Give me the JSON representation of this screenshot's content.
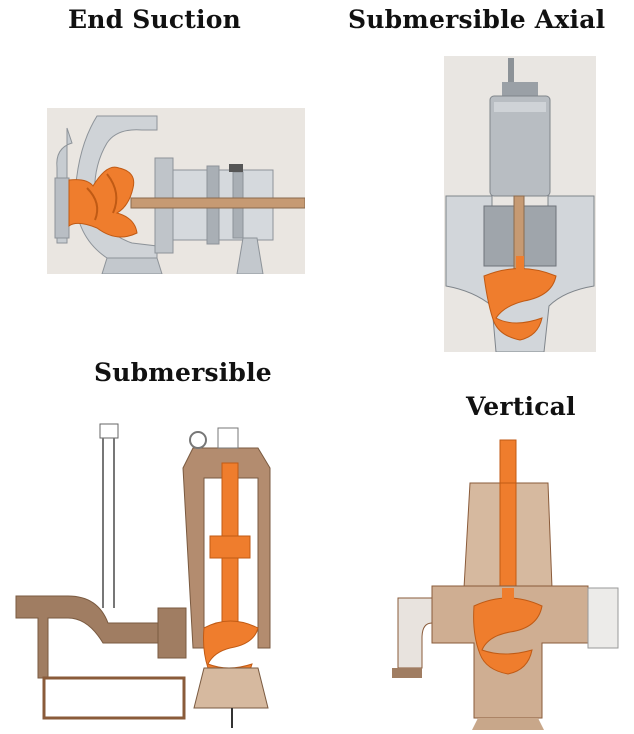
{
  "labels": {
    "end_suction": "End Suction",
    "submersible_axial": "Submersible Axial",
    "submersible": "Submersible",
    "vertical": "Vertical"
  },
  "colors": {
    "impeller": "#ef7d2d",
    "casing": "#8a5b3a",
    "metal": "#c9cdd1",
    "panel_bg": "#eae6e1"
  },
  "icons": [
    "end-suction-pump",
    "submersible-axial-pump",
    "submersible-pump",
    "vertical-pump"
  ]
}
